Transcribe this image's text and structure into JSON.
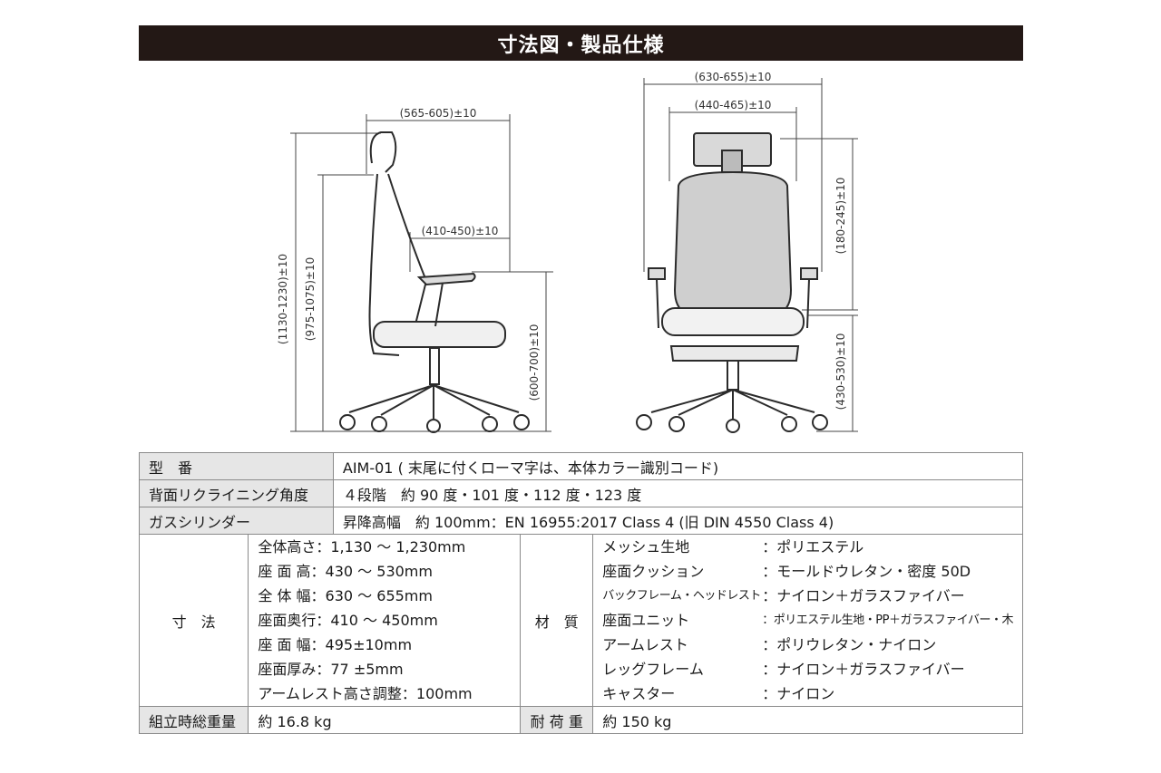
{
  "title": "寸法図・製品仕様",
  "dimensions": {
    "side_depth": "(565-605)±10",
    "side_seat_depth": "(410-450)±10",
    "side_total_height": "(1130-1230)±10",
    "side_back_height": "(975-1075)±10",
    "side_arm_height": "(600-700)±10",
    "front_total_width": "(630-655)±10",
    "front_back_width": "(440-465)±10",
    "front_head_range": "(180-245)±10",
    "front_seat_height": "(430-530)±10"
  },
  "spec": {
    "model_label": "型　番",
    "model_value": "AIM-01 ( 末尾に付くローマ字は、本体カラー識別コード)",
    "recline_label": "背面リクライニング角度",
    "recline_value": "４段階　約 90 度・101 度・112 度・123 度",
    "gas_label": "ガスシリンダー",
    "gas_value": "昇降高幅　約 100mm：EN 16955:2017 Class 4 (旧 DIN 4550 Class 4)",
    "size_label": "寸　法",
    "size_lines": [
      "全体高さ：1,130 〜 1,230mm",
      "座 面 高：430 〜 530mm",
      "全 体 幅：630 〜 655mm",
      "座面奥行：410 〜 450mm",
      "座 面 幅：495±10mm",
      "座面厚み：77 ±5mm",
      "アームレスト高さ調整：100mm"
    ],
    "material_label": "材　質",
    "materials": [
      {
        "k": "メッシュ生地",
        "v": "：ポリエステル"
      },
      {
        "k": "座面クッション",
        "v": "：モールドウレタン・密度 50D"
      },
      {
        "k": "バックフレーム・ヘッドレスト",
        "v": "：ナイロン＋ガラスファイバー"
      },
      {
        "k": "座面ユニット",
        "v": "：ポリエステル生地・PP＋ガラスファイバー・木"
      },
      {
        "k": "アームレスト",
        "v": "：ポリウレタン・ナイロン"
      },
      {
        "k": "レッグフレーム",
        "v": "：ナイロン＋ガラスファイバー"
      },
      {
        "k": "キャスター",
        "v": "：ナイロン"
      }
    ],
    "weight_label": "組立時総重量",
    "weight_value": "約 16.8 kg",
    "load_label": "耐 荷 重",
    "load_value": "約 150 kg"
  }
}
